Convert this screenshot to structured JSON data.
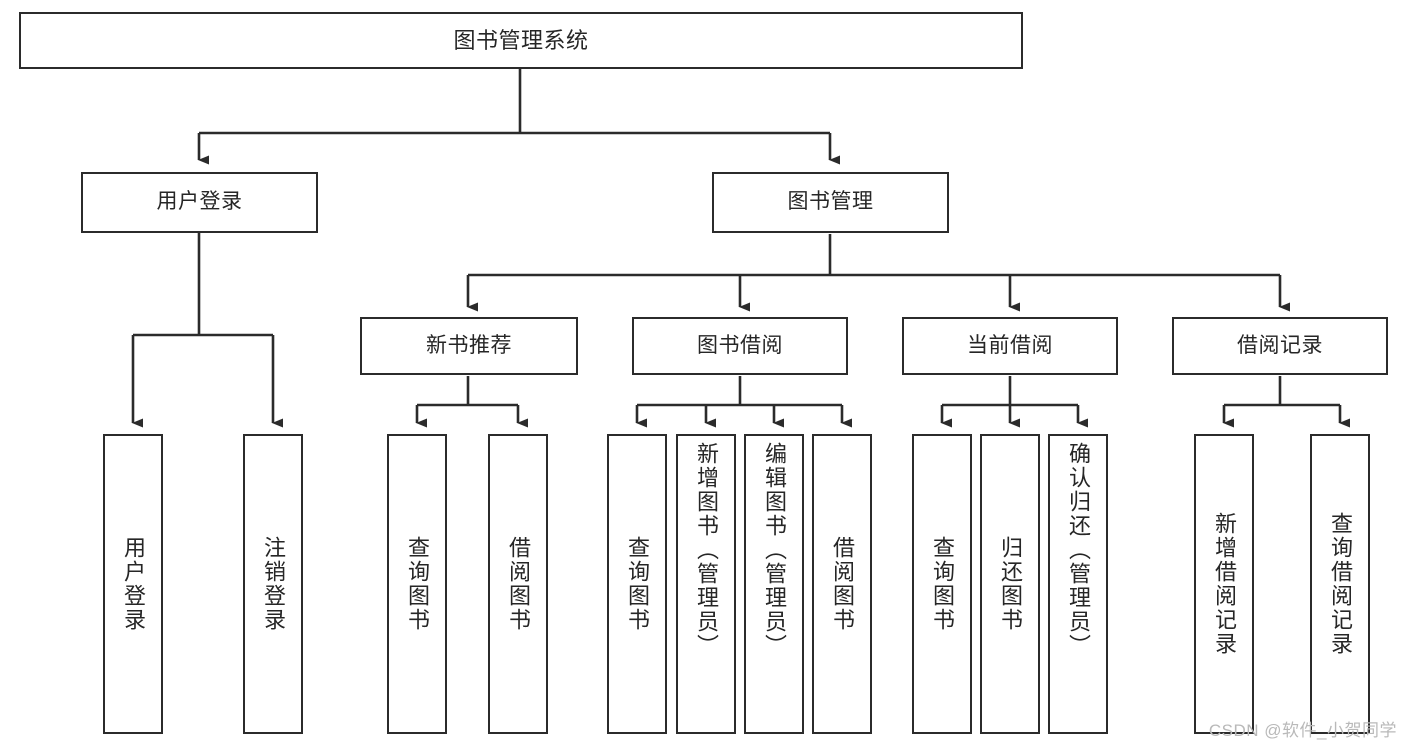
{
  "diagram": {
    "title": "图书管理系统",
    "watermark": "CSDN @软件_小贺同学",
    "colors": {
      "border": "#2b2b2b",
      "text": "#262626",
      "background": "#ffffff",
      "edge": "#2b2b2b",
      "watermark": "#b9b9b9"
    },
    "nodes": {
      "root": {
        "label": "图书管理系统"
      },
      "level1": [
        {
          "id": "user-login",
          "label": "用户登录"
        },
        {
          "id": "book-management",
          "label": "图书管理"
        }
      ],
      "level2": [
        {
          "id": "new-book-recommend",
          "label": "新书推荐"
        },
        {
          "id": "book-borrow",
          "label": "图书借阅"
        },
        {
          "id": "current-borrow",
          "label": "当前借阅"
        },
        {
          "id": "borrow-record",
          "label": "借阅记录"
        }
      ],
      "leaves": {
        "user_login": [
          {
            "id": "leaf-user-login",
            "label": "用户登录"
          },
          {
            "id": "leaf-logout-login",
            "label": "注销登录"
          }
        ],
        "new_book_recommend": [
          {
            "id": "leaf-query-book-1",
            "label": "查询图书"
          },
          {
            "id": "leaf-borrow-book-1",
            "label": "借阅图书"
          }
        ],
        "book_borrow": [
          {
            "id": "leaf-query-book-2",
            "label": "查询图书"
          },
          {
            "id": "leaf-add-book",
            "label": "新增图书（管理员）"
          },
          {
            "id": "leaf-edit-book",
            "label": "编辑图书（管理员）"
          },
          {
            "id": "leaf-borrow-book-2",
            "label": "借阅图书"
          }
        ],
        "current_borrow": [
          {
            "id": "leaf-query-book-3",
            "label": "查询图书"
          },
          {
            "id": "leaf-return-book",
            "label": "归还图书"
          },
          {
            "id": "leaf-confirm-return",
            "label": "确认归还（管理员）"
          }
        ],
        "borrow_record": [
          {
            "id": "leaf-add-borrow-record",
            "label": "新增借阅记录"
          },
          {
            "id": "leaf-query-borrow-record",
            "label": "查询借阅记录"
          }
        ]
      }
    }
  }
}
